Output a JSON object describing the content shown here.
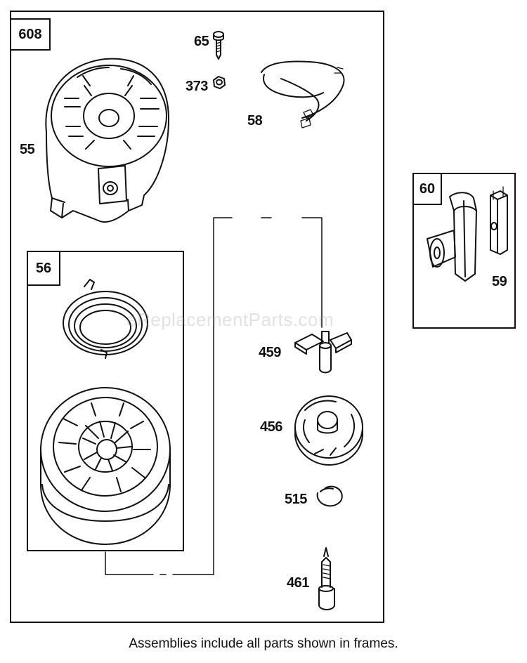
{
  "frames": {
    "main": "608",
    "starter": "56",
    "kit": "60"
  },
  "callouts": {
    "p65": "65",
    "p373": "373",
    "p55": "55",
    "p58": "58",
    "p59": "59",
    "p459": "459",
    "p456": "456",
    "p515": "515",
    "p461": "461"
  },
  "watermark": "eReplacementParts.com",
  "caption": "Assemblies include all parts shown in frames."
}
